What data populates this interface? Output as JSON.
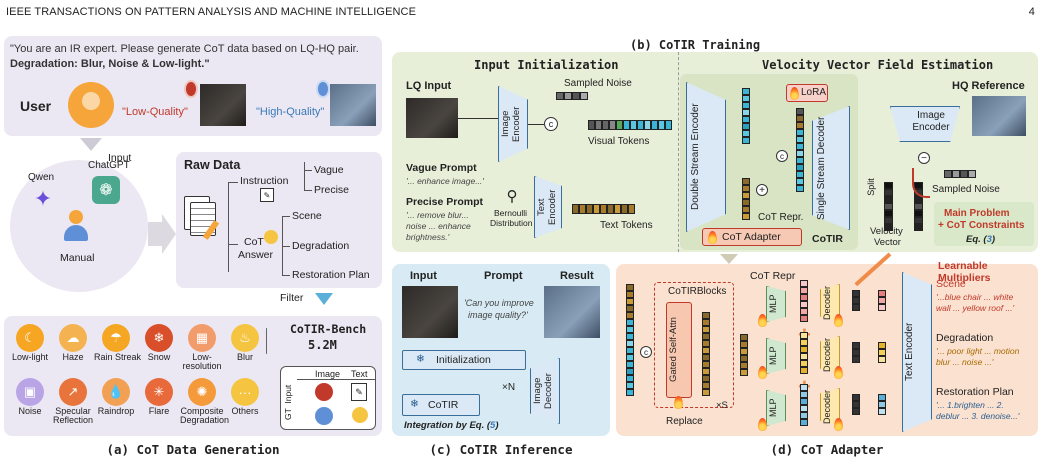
{
  "header": {
    "journal": "IEEE TRANSACTIONS ON PATTERN ANALYSIS AND MACHINE INTELLIGENCE",
    "page": "4"
  },
  "panel_a": {
    "quote_line1": "\"You are an IR expert. Please generate CoT data based on LQ-HQ pair.",
    "quote_line2": "Degradation: Blur, Noise & Low-light.\"",
    "user": "User",
    "low_quality": "\"Low-Quality\"",
    "high_quality": "\"High-Quality\"",
    "input": "Input",
    "qwen": "Qwen",
    "chatgpt": "ChatGPT",
    "manual": "Manual",
    "raw_data": "Raw Data",
    "instruction": "Instruction",
    "vague": "Vague",
    "precise": "Precise",
    "cot_answer_1": "CoT",
    "cot_answer_2": "Answer",
    "scene": "Scene",
    "degradation": "Degradation",
    "restoration_plan": "Restoration Plan",
    "filter": "Filter",
    "bench_title": "CoTIR-Bench",
    "bench_size": "5.2M",
    "gt_input": "GT  Input",
    "image": "Image",
    "text": "Text",
    "degradations": [
      {
        "label": "Low-light",
        "color": "#f6a623",
        "sym": "☾"
      },
      {
        "label": "Haze",
        "color": "#f4b350",
        "sym": "☁"
      },
      {
        "label": "Rain Streak",
        "color": "#f5a623",
        "sym": "☂"
      },
      {
        "label": "Snow",
        "color": "#d84f2a",
        "sym": "❄"
      },
      {
        "label": "Low-\nresolution",
        "color": "#f39c6b",
        "sym": "▦"
      },
      {
        "label": "Blur",
        "color": "#f5c542",
        "sym": "♨"
      },
      {
        "label": "Noise",
        "color": "#b9a5e6",
        "sym": "▣"
      },
      {
        "label": "Specular\nReflection",
        "color": "#e8743b",
        "sym": "↗"
      },
      {
        "label": "Raindrop",
        "color": "#f2a154",
        "sym": "💧"
      },
      {
        "label": "Flare",
        "color": "#e86a3a",
        "sym": "✳"
      },
      {
        "label": "Composite\nDegradation",
        "color": "#f49a3a",
        "sym": "✺"
      },
      {
        "label": "Others",
        "color": "#f5c542",
        "sym": "···"
      }
    ],
    "caption": "(a) CoT Data Generation"
  },
  "panel_b": {
    "title": "(b) CoTIR Training",
    "input_init": "Input Initialization",
    "velocity": "Velocity Vector Field Estimation",
    "lq_input": "LQ Input",
    "sampled_noise": "Sampled Noise",
    "image_encoder": "Image Encoder",
    "visual_tokens": "Visual Tokens",
    "vague_prompt": "Vague Prompt",
    "vague_prompt_text": "'... enhance image...'",
    "precise_prompt": "Precise Prompt",
    "precise_prompt_text_1": "'... remove blur...",
    "precise_prompt_text_2": "noise ... enhance",
    "precise_prompt_text_3": "brightness.'",
    "bernoulli_1": "Bernoulli",
    "bernoulli_2": "Distribution",
    "text_encoder": "Text Encoder",
    "text_tokens": "Text Tokens",
    "double_stream": "Double Stream Encoder",
    "single_stream": "Single Stream Decoder",
    "lora": "LoRA",
    "cot_repr": "CoT Repr.",
    "cot_adapter": "CoT Adapter",
    "cotir": "CoTIR",
    "hq_reference": "HQ Reference",
    "hq_image_encoder": "Image Encoder",
    "sampled_noise_2": "Sampled Noise",
    "split": "Split",
    "velocity_vector_1": "Velocity",
    "velocity_vector_2": "Vector",
    "main_problem": "Main Problem",
    "cot_constraints": "+ CoT Constraints",
    "eq": "Eq. (",
    "eq_num": "3",
    "eq_close": ")"
  },
  "panel_c": {
    "input": "Input",
    "prompt": "Prompt",
    "result": "Result",
    "prompt_text_1": "'Can you improve",
    "prompt_text_2": "image quality?'",
    "initialization": "Initialization",
    "cotir": "CoTIR",
    "times_n": "×N",
    "image_decoder": "Image Decoder",
    "integration": "Integration by Eq. (",
    "eq_num": "5",
    "eq_close": ")",
    "caption": "(c) CoTIR Inference"
  },
  "panel_d": {
    "cot_repr": "CoT Repr",
    "learnable": "Learnable Multipliers",
    "cotir_blocks": "CoTIRBlocks",
    "gated_attn": "Gated Self-Attn",
    "times_s": "×S",
    "replace": "Replace",
    "mlp": "MLP",
    "decoder": "Decoder",
    "text_encoder": "Text Encoder",
    "scene": "Scene",
    "scene_text_1": "'...blue chair ... white",
    "scene_text_2": "wall ... yellow roof ...'",
    "degradation": "Degradation",
    "deg_text_1": "'... poor light ... motion",
    "deg_text_2": "blur ... noise ...'",
    "restoration": "Restoration Plan",
    "rest_text_1": "'... 1.brighten ... 2.",
    "rest_text_2": "deblur ... 3. denoise...'",
    "caption": "(d) CoT Adapter"
  },
  "colors": {
    "panel_a": "#ece8f3",
    "panel_b": "#e7efd9",
    "panel_c": "#d8eaf3",
    "panel_d": "#fbe1cf",
    "accent_red": "#c0392b",
    "accent_blue": "#3a7ab8"
  }
}
